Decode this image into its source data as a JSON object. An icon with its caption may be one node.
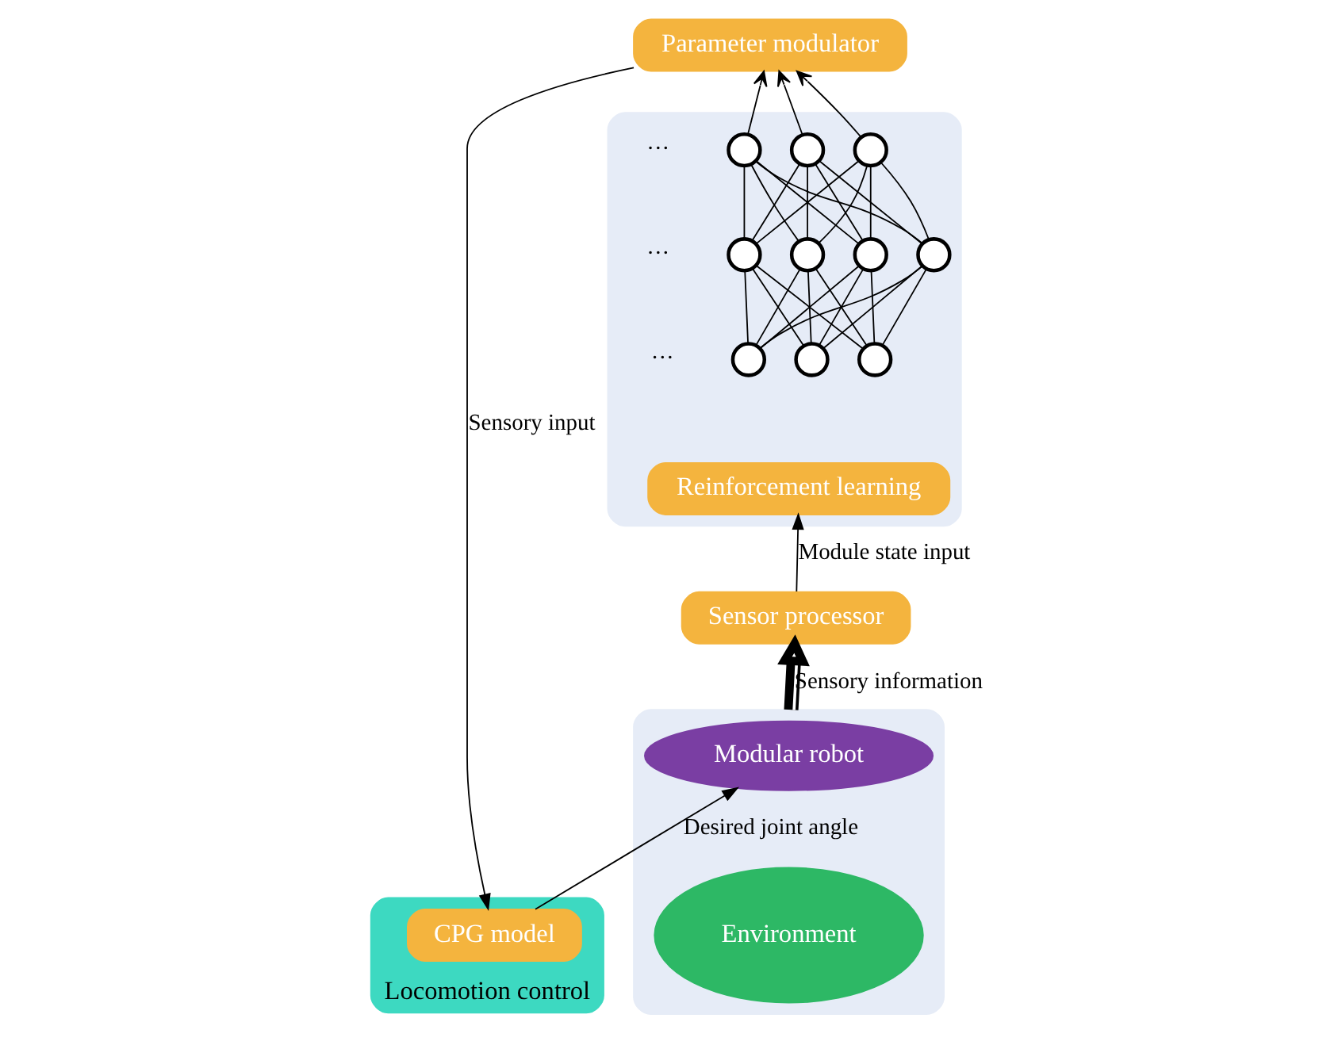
{
  "diagram": {
    "nodes": [
      {
        "text": [
          "Locomotion control"
        ]
      },
      {
        "text": [
          "CPG model"
        ],
        "in": 0
      },
      {
        "text": [],
        "shape": "box"
      },
      {
        "text": [
          "Modular robot"
        ],
        "in": 2
      },
      {
        "text": [
          "Environment"
        ],
        "in": 2
      },
      {
        "text": [
          "Parameter modulator"
        ]
      },
      {
        "text": [],
        "shape": "box"
      },
      {
        "text": [],
        "shape": "circle",
        "in": 6
      },
      {
        "text": [],
        "shape": "circle",
        "in": 6
      },
      {
        "text": [],
        "shape": "circle",
        "in": 6
      },
      {
        "text": [],
        "shape": "circle",
        "in": 6
      },
      {
        "text": [],
        "shape": "circle",
        "in": 6
      },
      {
        "text": [],
        "shape": "circle",
        "in": 6
      },
      {
        "text": [],
        "shape": "circle",
        "in": 6
      },
      {
        "text": [],
        "shape": "circle",
        "in": 6
      },
      {
        "text": [],
        "shape": "circle",
        "in": 6
      },
      {
        "text": [],
        "shape": "circle",
        "in": 6
      },
      {
        "text": [
          "Reinforcement learning"
        ],
        "in": 6
      },
      {
        "text": [
          "Sensor processor"
        ]
      }
    ],
    "edges": [
      {
        "from": 5,
        "to": 1,
        "arrow": "to",
        "label": "Sensory input"
      },
      {
        "from": 1,
        "to": 3,
        "arrow": "to",
        "label": "Desired joint angle"
      },
      {
        "from": 2,
        "to": 18,
        "arrow": "to",
        "label": "Sensory information",
        "style": "thick"
      },
      {
        "from": 18,
        "to": 17,
        "arrow": "to",
        "label": "Module state input"
      },
      {
        "from": 14,
        "to": 10,
        "arrow": "none"
      },
      {
        "from": 14,
        "to": 11,
        "arrow": "none"
      },
      {
        "from": 14,
        "to": 12,
        "arrow": "none"
      },
      {
        "from": 14,
        "to": 13,
        "arrow": "none"
      },
      {
        "from": 15,
        "to": 10,
        "arrow": "none"
      },
      {
        "from": 15,
        "to": 11,
        "arrow": "none"
      },
      {
        "from": 15,
        "to": 12,
        "arrow": "none"
      },
      {
        "from": 15,
        "to": 13,
        "arrow": "none"
      },
      {
        "from": 16,
        "to": 10,
        "arrow": "none"
      },
      {
        "from": 16,
        "to": 11,
        "arrow": "none"
      },
      {
        "from": 16,
        "to": 12,
        "arrow": "none"
      },
      {
        "from": 16,
        "to": 13,
        "arrow": "none"
      },
      {
        "from": 10,
        "to": 7,
        "arrow": "none"
      },
      {
        "from": 10,
        "to": 8,
        "arrow": "none"
      },
      {
        "from": 10,
        "to": 9,
        "arrow": "none"
      },
      {
        "from": 11,
        "to": 7,
        "arrow": "none"
      },
      {
        "from": 11,
        "to": 8,
        "arrow": "none"
      },
      {
        "from": 11,
        "to": 9,
        "arrow": "none"
      },
      {
        "from": 12,
        "to": 7,
        "arrow": "none"
      },
      {
        "from": 12,
        "to": 8,
        "arrow": "none"
      },
      {
        "from": 12,
        "to": 9,
        "arrow": "none"
      },
      {
        "from": 13,
        "to": 7,
        "arrow": "none"
      },
      {
        "from": 13,
        "to": 8,
        "arrow": "none"
      },
      {
        "from": 13,
        "to": 9,
        "arrow": "none"
      },
      {
        "from": 7,
        "to": 5,
        "arrow": "to"
      },
      {
        "from": 8,
        "to": 5,
        "arrow": "to"
      },
      {
        "from": 9,
        "to": 5,
        "arrow": "to"
      }
    ],
    "labels": [
      "···",
      "···",
      "···"
    ]
  }
}
